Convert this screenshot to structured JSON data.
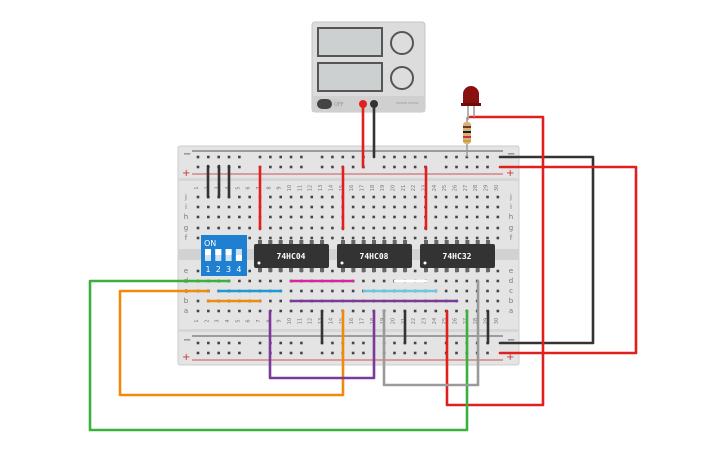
{
  "power_supply": {
    "off_label": "OFF",
    "brand_label": "POWER SUPPLY"
  },
  "chips": [
    {
      "label": "74HC04"
    },
    {
      "label": "74HC08"
    },
    {
      "label": "74HC32"
    }
  ],
  "dip_switch": {
    "on_label": "ON",
    "switch_labels": [
      "1",
      "2",
      "3",
      "4"
    ],
    "switch_states": [
      true,
      true,
      true,
      false
    ]
  },
  "breadboard": {
    "rows_top": [
      "j",
      "i",
      "h",
      "g",
      "f"
    ],
    "rows_bottom": [
      "e",
      "d",
      "c",
      "b",
      "a"
    ],
    "rail_minus": "−",
    "rail_plus": "+",
    "columns": [
      "1",
      "2",
      "3",
      "4",
      "5",
      "6",
      "7",
      "8",
      "9",
      "10",
      "11",
      "12",
      "13",
      "14",
      "15",
      "16",
      "17",
      "18",
      "19",
      "20",
      "21",
      "22",
      "23",
      "24",
      "25",
      "26",
      "27",
      "28",
      "29",
      "30"
    ]
  },
  "colors": {
    "red": "#e0201f",
    "black": "#333333",
    "green": "#3ab03e",
    "orange": "#f08a0c",
    "blue": "#1f9ad6",
    "magenta": "#d6289a",
    "white": "#ffffff",
    "light_blue": "#6cc8e0",
    "purple": "#7b3a98",
    "gray": "#9a9a9a",
    "led": "#8a1010"
  }
}
